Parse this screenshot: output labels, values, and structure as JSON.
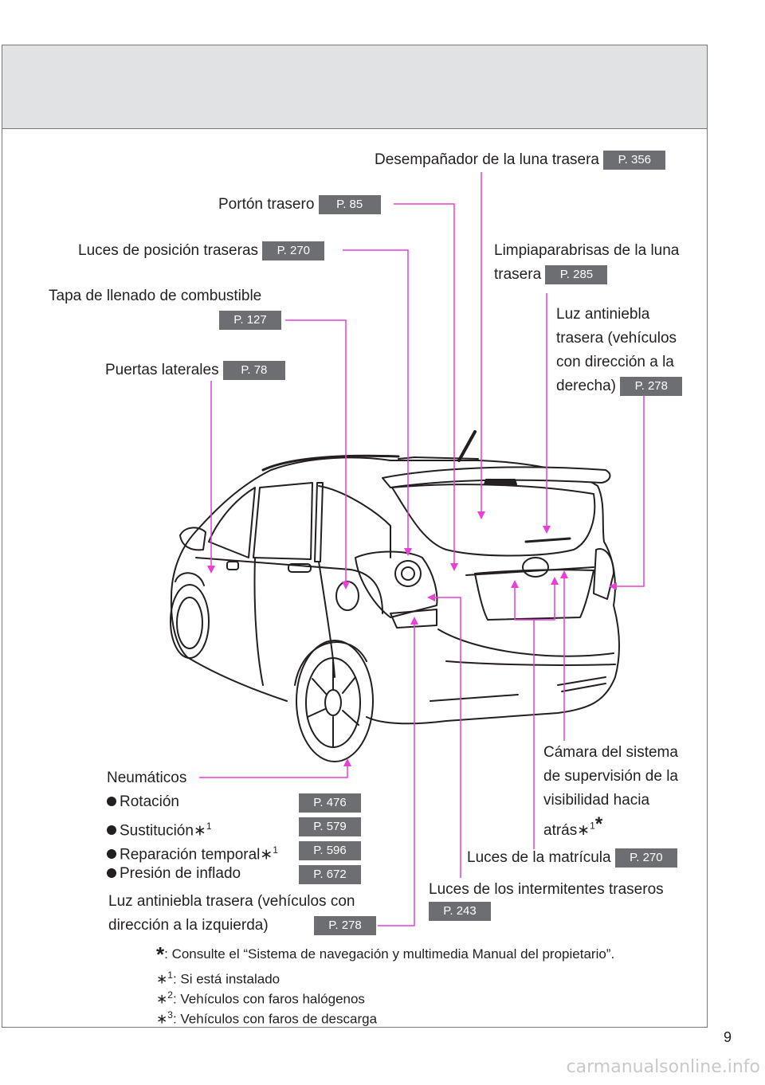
{
  "page_number": "9",
  "callouts": {
    "rear_defogger": {
      "label": "Desempañador de la luna trasera",
      "page": "P. 356"
    },
    "back_door": {
      "label": "Portón trasero",
      "page": "P. 85"
    },
    "rear_position_lights": {
      "label": "Luces de posición traseras",
      "page": "P. 270"
    },
    "rear_wiper": {
      "label": "Limpiaparabrisas de la luna trasera",
      "page": "P. 285"
    },
    "fuel_filler": {
      "label": "Tapa de llenado de combustible",
      "page": "P. 127"
    },
    "rear_fog_rhd": {
      "label": "Luz antiniebla trasera (vehículos con dirección a la derecha)",
      "page": "P. 278"
    },
    "side_doors": {
      "label": "Puertas laterales",
      "page": "P. 78"
    },
    "tires": {
      "label": "Neumáticos",
      "items": [
        {
          "label": "Rotación",
          "page": "P. 476",
          "mark": ""
        },
        {
          "label": "Sustitución",
          "page": "P. 579",
          "mark": "∗",
          "sup": "1"
        },
        {
          "label": "Reparación temporal",
          "page": "P. 596",
          "mark": "∗",
          "sup": "1"
        },
        {
          "label": "Presión de inflado",
          "page": "P. 672",
          "mark": ""
        }
      ]
    },
    "rear_camera": {
      "label": "Cámara del sistema de supervisión de la visibilidad hacia atrás",
      "mark": "∗",
      "sup": "1",
      "star": "*"
    },
    "license_lights": {
      "label": "Luces de la matrícula",
      "page": "P. 270"
    },
    "rear_turn": {
      "label": "Luces de los intermitentes traseros",
      "page": "P. 243"
    },
    "rear_fog_lhd": {
      "label": "Luz antiniebla trasera (vehículos con dirección a la izquierda)",
      "page": "P. 278"
    }
  },
  "footnotes": [
    {
      "mark": "*",
      "text": ": Consulte el “Sistema de navegación y multimedia Manual del propietario”."
    },
    {
      "mark": "∗",
      "sup": "1",
      "text": ": Si está instalado"
    },
    {
      "mark": "∗",
      "sup": "2",
      "text": ": Vehículos con faros halógenos"
    },
    {
      "mark": "∗",
      "sup": "3",
      "text": ": Vehículos con faros de descarga"
    }
  ],
  "watermark": "carmanualsonline.info",
  "colors": {
    "leader": "#e83fd6",
    "badge": "#6d6e71",
    "header": "#e1e2e4"
  }
}
